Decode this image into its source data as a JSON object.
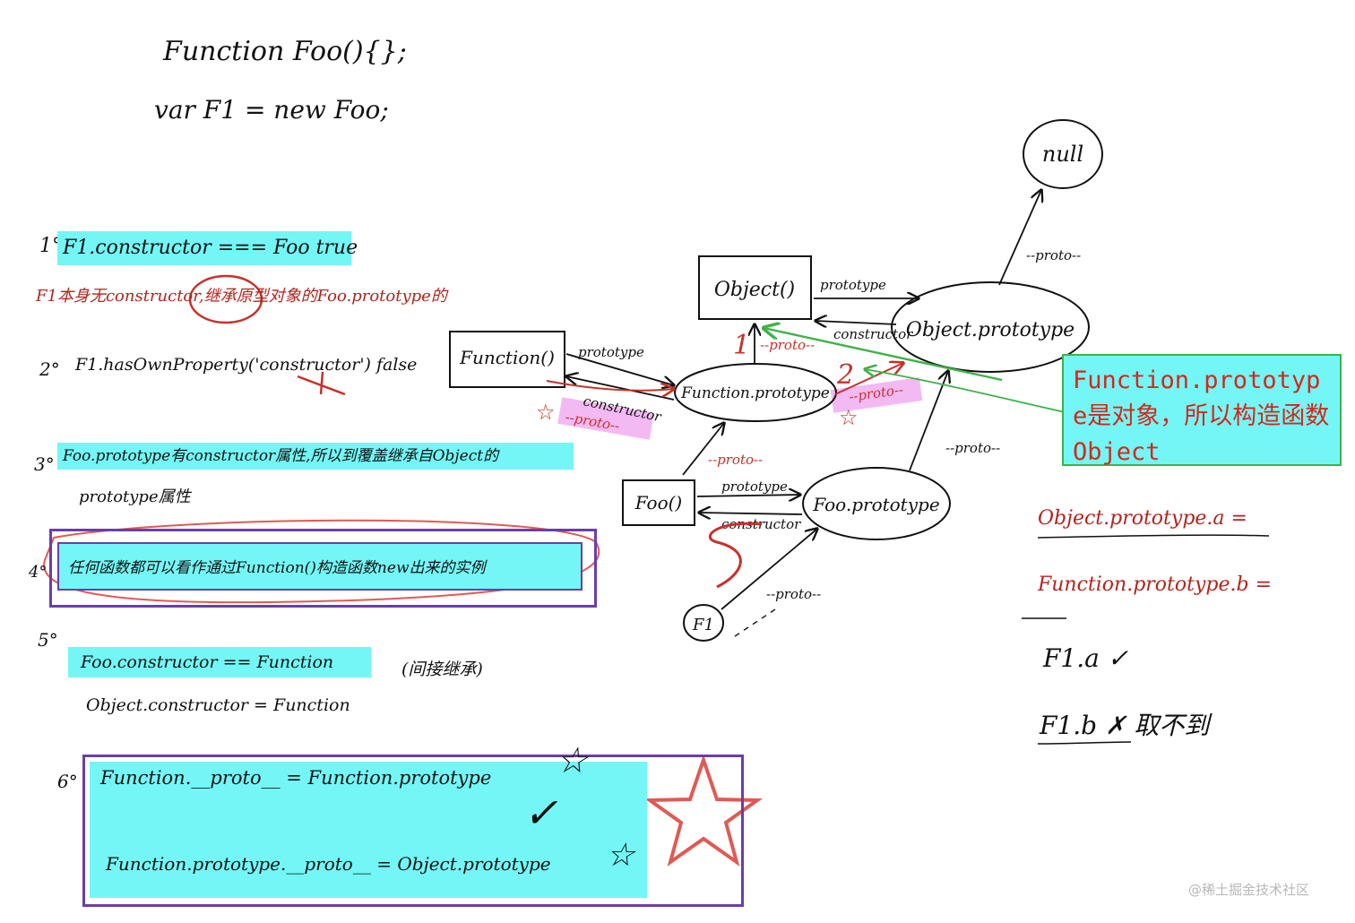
{
  "code": {
    "line1": "Function Foo(){};",
    "line2": "var F1 = new Foo;"
  },
  "notes": {
    "n1_num": "1°",
    "n1_text": "F1.constructor === Foo  true",
    "n1_sub": "F1本身无constructor,继承原型对象的Foo.prototype的",
    "n2_num": "2°",
    "n2_text": "F1.hasOwnProperty('constructor')  false",
    "n3_num": "3°",
    "n3_line1": "Foo.prototype有constructor属性,所以到覆盖继承自Object的",
    "n3_line2": "prototype属性",
    "n4_num": "4°",
    "n4_text": "任何函数都可以看作通过Function()构造函数new出来的实例",
    "n5_num": "5°",
    "n5_line1": "Foo.constructor == Function",
    "n5_note": "(间接继承)",
    "n5_line2": "Object.constructor = Function",
    "n6_num": "6°",
    "n6_line1": "Function.__proto__ = Function.prototype",
    "n6_line2": "Function.prototype.__proto__ = Object.prototype"
  },
  "diagram": {
    "nodes": {
      "null": "null",
      "object_ctor": "Object()",
      "object_proto": "Object.prototype",
      "function_ctor": "Function()",
      "function_proto": "Function.prototype",
      "foo_ctor": "Foo()",
      "foo_proto": "Foo.prototype",
      "f1": "F1"
    },
    "edges": {
      "proto": "--proto--",
      "prototype": "prototype",
      "constructor": "constructor"
    }
  },
  "callout": {
    "text": "Function.prototype是对象，所以构造函数Object"
  },
  "side": {
    "line1": "Object.prototype.a =",
    "line2": "Function.prototype.b =",
    "line3": "F1.a ✓",
    "line4": "F1.b ✗ 取不到"
  },
  "marks": {
    "check": "✓",
    "star": "☆",
    "num1": "1",
    "num2": "2"
  },
  "watermark": "@稀土掘金技术社区"
}
